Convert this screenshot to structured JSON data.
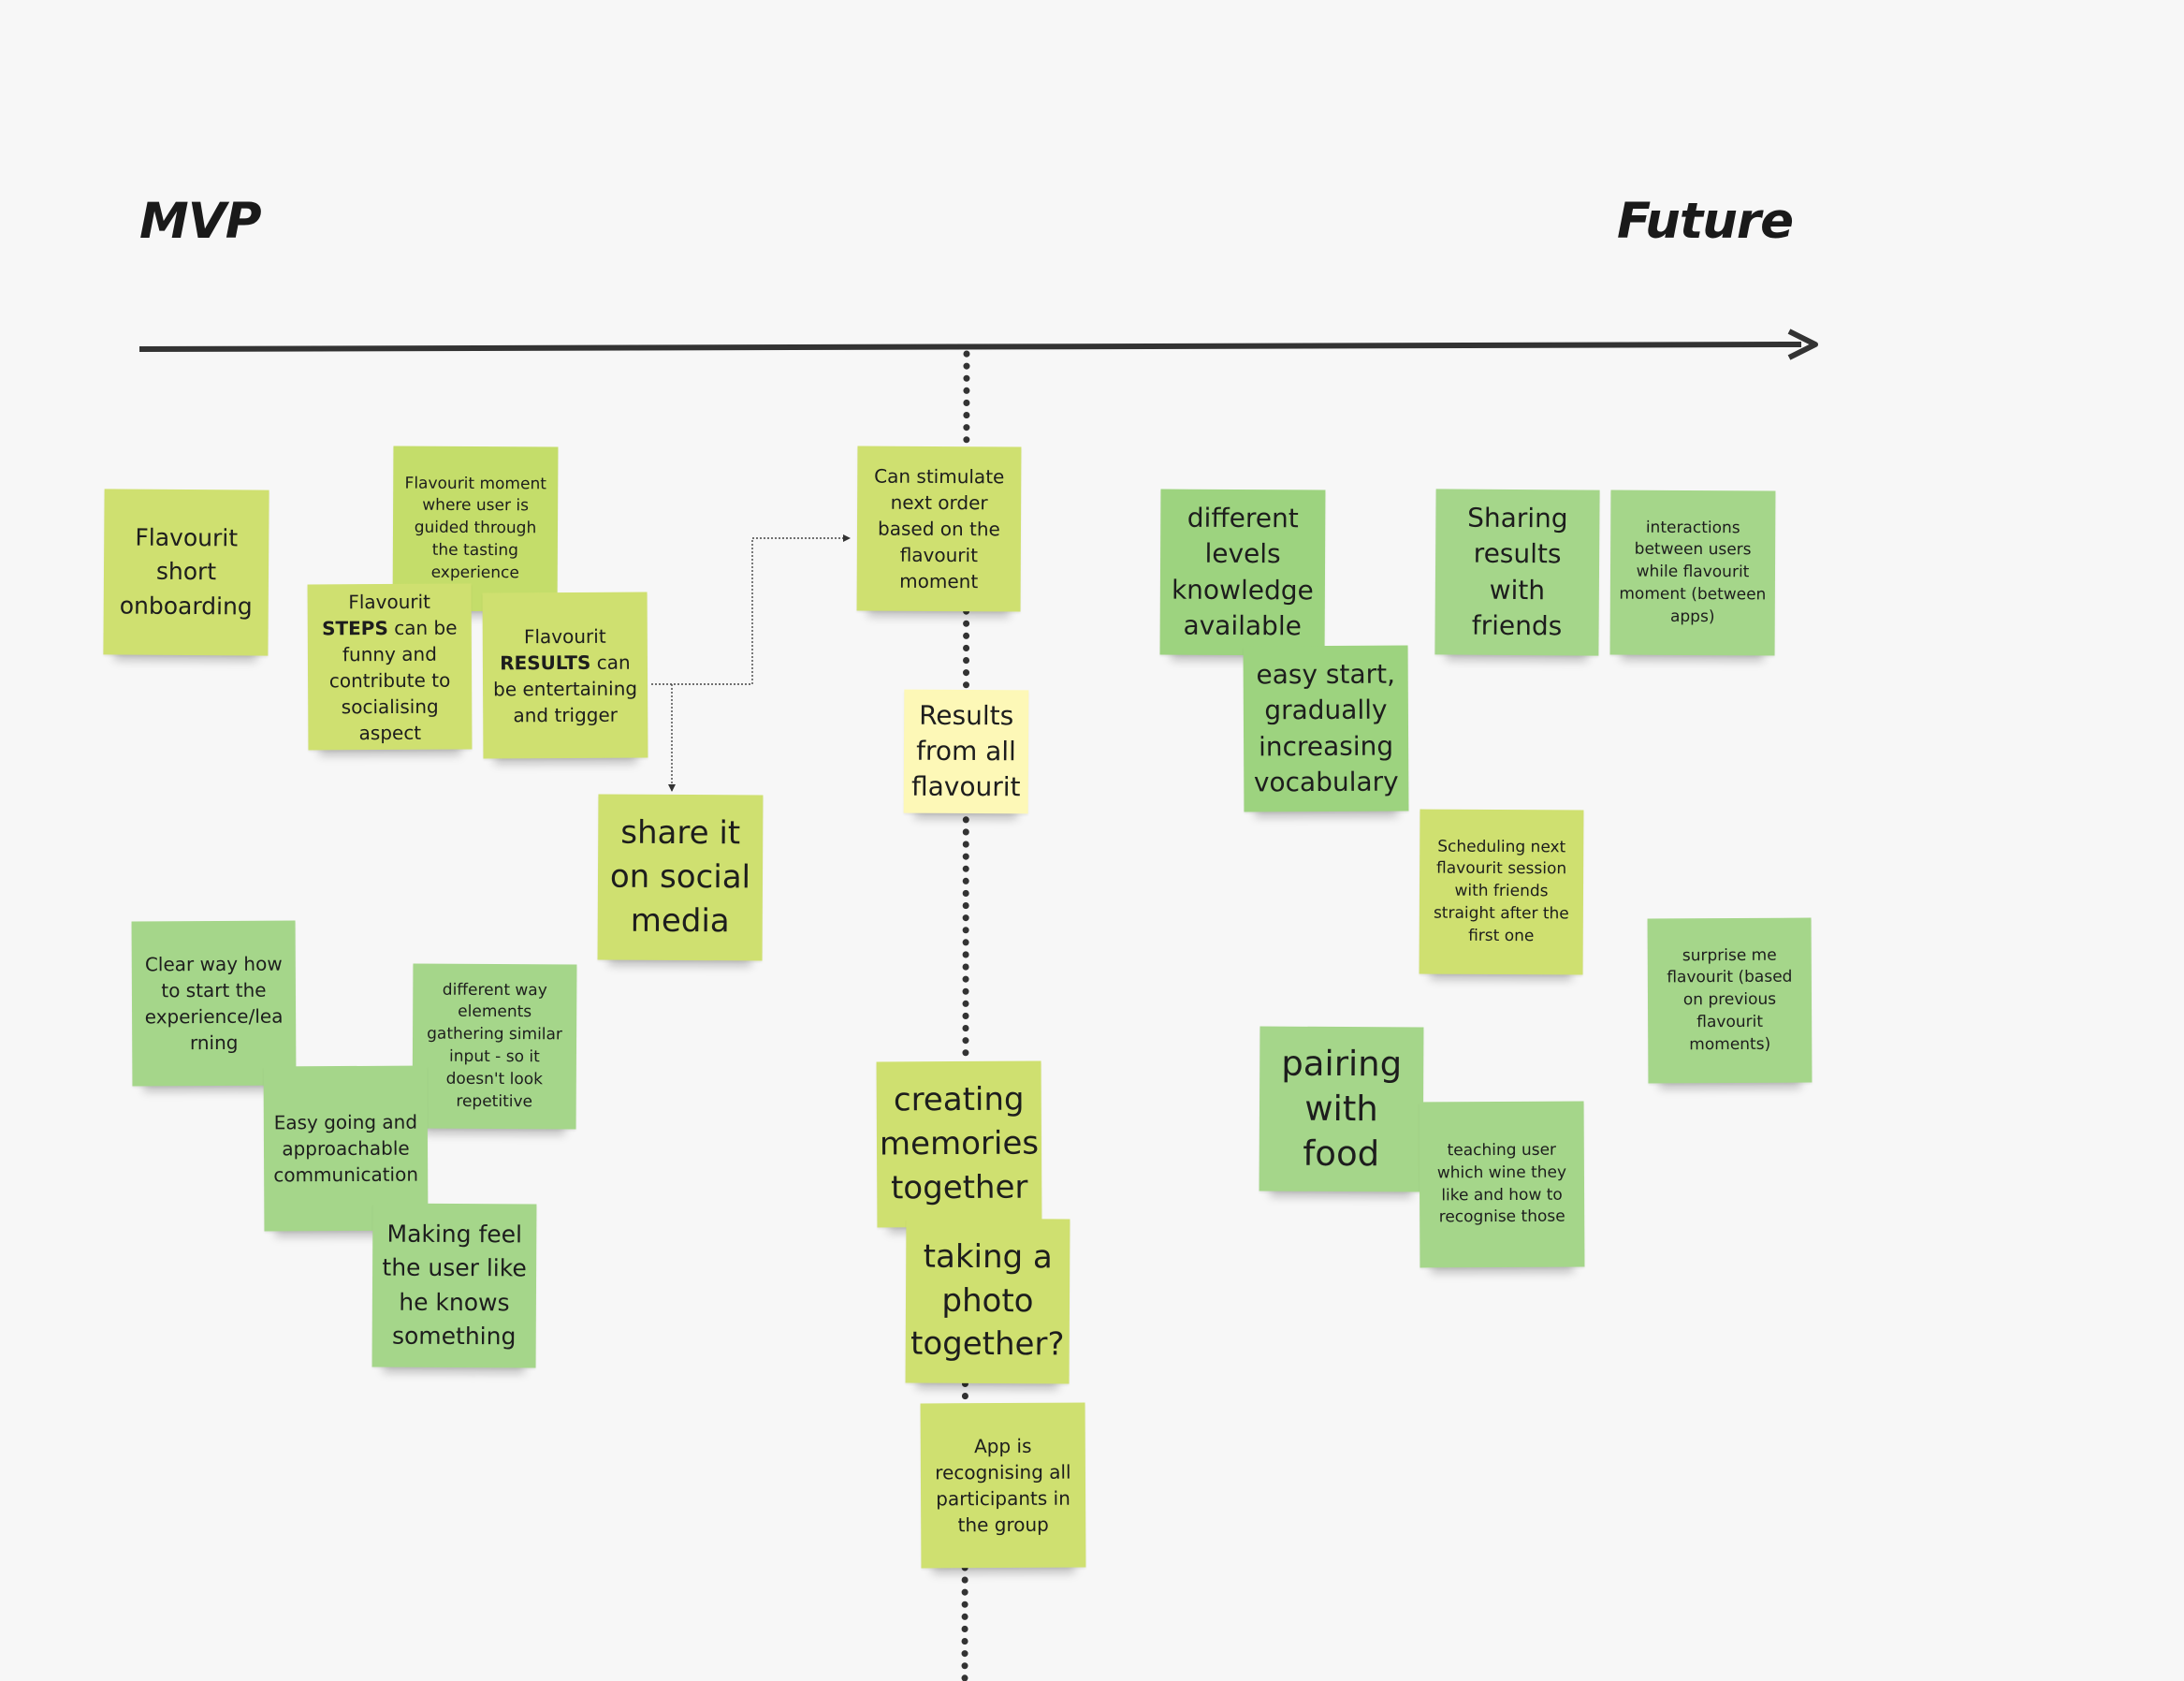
{
  "headings": {
    "left": "MVP",
    "right": "Future"
  },
  "notes": {
    "flavourit_short_onboarding": "Flavourit short onboarding",
    "flavourit_moment_guided": "Flavourit moment where user is guided through the tasting experience",
    "steps": {
      "prefix": "Flavourit ",
      "bold": "STEPS",
      "suffix": " can be funny and contribute to socialising aspect"
    },
    "results": {
      "prefix": "Flavourit ",
      "bold": "RESULTS",
      "suffix": " can be entertaining and trigger"
    },
    "share_social_media": "share it on social media",
    "stimulate_next_order": "Can stimulate next order based on the flavourit moment",
    "results_from_all": "Results from all flavourit",
    "clear_way_start": "Clear way how to start the experience/lea rning",
    "different_way_elements": "different way elements gathering similar input - so it doesn't look repetitive",
    "easy_going": "Easy going and approachable communication",
    "making_feel": "Making feel the user like he knows something",
    "creating_memories": "creating memories together",
    "taking_photo": "taking a photo together?",
    "app_recognising": "App is recognising all participants in the group",
    "different_levels": "different levels knowledge available",
    "easy_start": "easy start, gradually increasing vocabulary",
    "sharing_results": "Sharing results with friends",
    "interactions_between_users": "interactions between users while flavourit moment (between apps)",
    "scheduling_next": "Scheduling next flavourit session with friends straight after the first one",
    "surprise_me": "surprise me flavourit (based on previous flavourit moments)",
    "pairing_food": "pairing with food",
    "teaching_user": "teaching user which wine they like and how to recognise those"
  },
  "colors": {
    "background": "#f7f7f7",
    "lime_note": "#cfe070",
    "green_note": "#a5d68a",
    "yellow_note": "#fdf8b7",
    "timeline": "#333333"
  }
}
